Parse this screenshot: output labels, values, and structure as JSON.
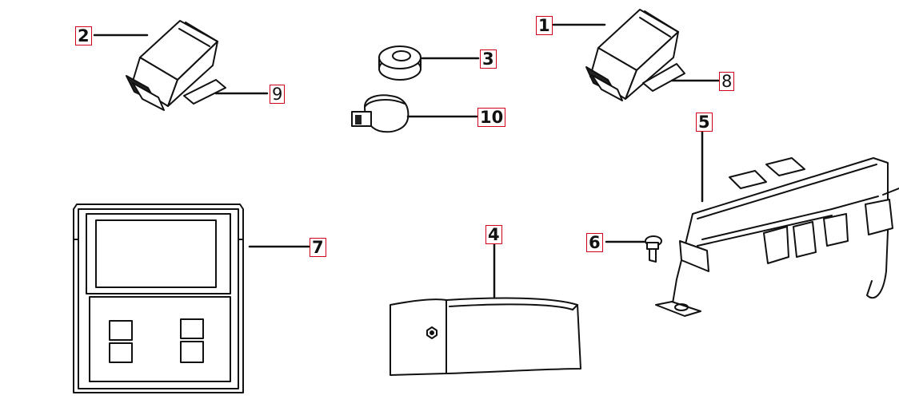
{
  "diagram": {
    "callouts": [
      {
        "id": "1",
        "text": "1"
      },
      {
        "id": "2",
        "text": "2"
      },
      {
        "id": "3",
        "text": "3"
      },
      {
        "id": "4",
        "text": "4"
      },
      {
        "id": "5",
        "text": "5"
      },
      {
        "id": "6",
        "text": "6"
      },
      {
        "id": "7",
        "text": "7"
      },
      {
        "id": "8",
        "text": "8"
      },
      {
        "id": "9",
        "text": "9"
      },
      {
        "id": "10",
        "text": "10"
      }
    ],
    "colors": {
      "line": "#111111",
      "callout_border": "#d0021b",
      "background": "#ffffff"
    }
  }
}
